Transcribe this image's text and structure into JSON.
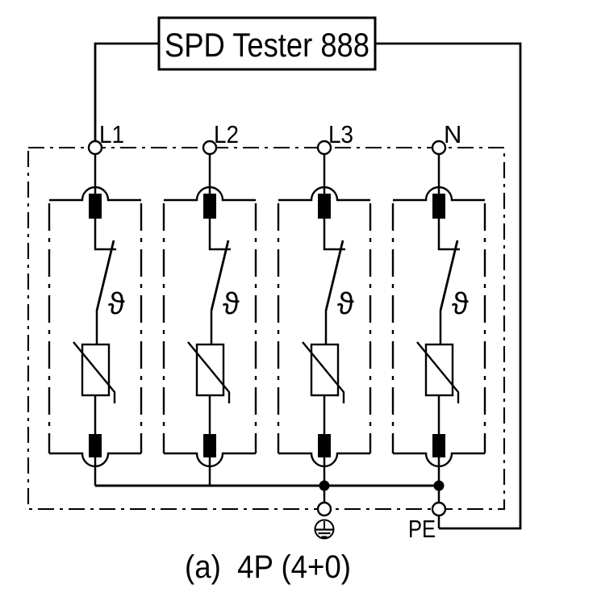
{
  "window": {
    "background": "#ffffff"
  },
  "tester": {
    "title": "SPD Tester 888"
  },
  "phases": [
    {
      "label": "L1"
    },
    {
      "label": "L2"
    },
    {
      "label": "L3"
    },
    {
      "label": "N"
    }
  ],
  "earth": {
    "label": "PE"
  },
  "symbols": {
    "thermal_disconnect": "ϑ"
  },
  "icons": {
    "ground": "protective-earth-icon",
    "terminal": "open-circle-terminal",
    "junction": "filled-junction-dot",
    "spd_element": "varistor-with-thermal-disconnector"
  },
  "caption": "(a)  4P (4+0)",
  "colors": {
    "line": "#000000",
    "background": "#ffffff"
  }
}
